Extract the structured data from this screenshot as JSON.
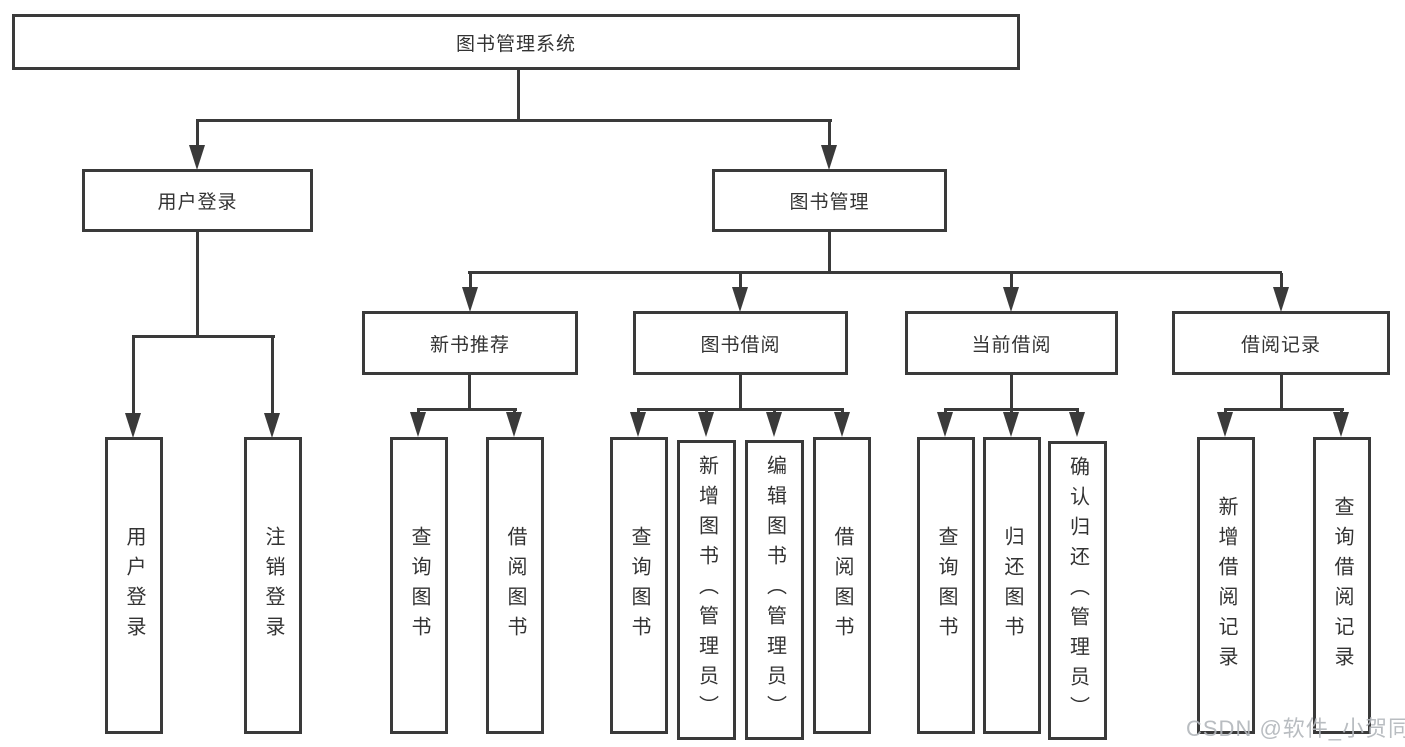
{
  "diagram": {
    "type": "hierarchy-tree",
    "root": {
      "label": "图书管理系统"
    },
    "level2": [
      {
        "label": "用户登录",
        "children": [
          {
            "label": "用户登录"
          },
          {
            "label": "注销登录"
          }
        ]
      },
      {
        "label": "图书管理",
        "children": [
          {
            "label": "新书推荐",
            "children": [
              {
                "label": "查询图书"
              },
              {
                "label": "借阅图书"
              }
            ]
          },
          {
            "label": "图书借阅",
            "children": [
              {
                "label": "查询图书"
              },
              {
                "label": "新增图书（管理员）"
              },
              {
                "label": "编辑图书（管理员）"
              },
              {
                "label": "借阅图书"
              }
            ]
          },
          {
            "label": "当前借阅",
            "children": [
              {
                "label": "查询图书"
              },
              {
                "label": "归还图书"
              },
              {
                "label": "确认归还（管理员）"
              }
            ]
          },
          {
            "label": "借阅记录",
            "children": [
              {
                "label": "新增借阅记录"
              },
              {
                "label": "查询借阅记录"
              }
            ]
          }
        ]
      }
    ]
  },
  "watermark": {
    "text": "CSDN @软件_小贺同学"
  },
  "colors": {
    "line": "#3a3a3a",
    "text": "#333333",
    "watermark": "#b2b6bb",
    "background": "#ffffff"
  }
}
